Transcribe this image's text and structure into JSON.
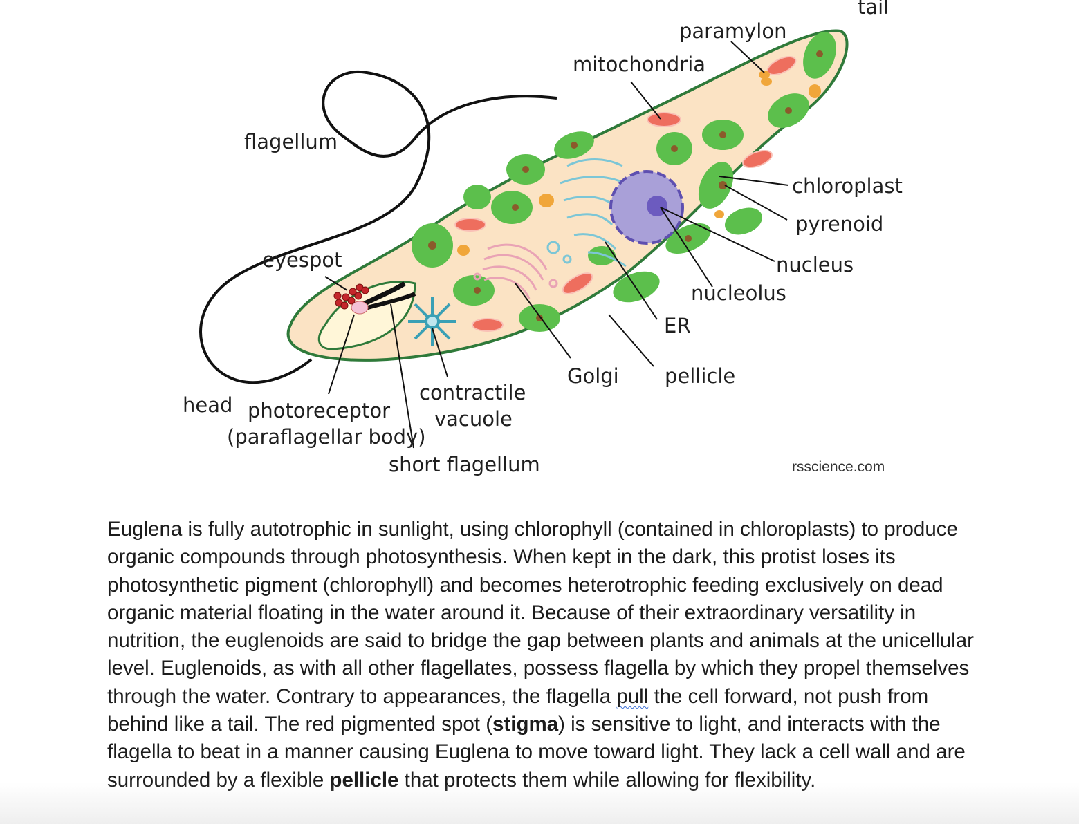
{
  "diagram": {
    "labels": {
      "tail": "tail",
      "paramylon": "paramylon",
      "mitochondria": "mitochondria",
      "flagellum": "flagellum",
      "chloroplast": "chloroplast",
      "pyrenoid": "pyrenoid",
      "eyespot": "eyespot",
      "nucleus": "nucleus",
      "nucleolus": "nucleolus",
      "er": "ER",
      "golgi": "Golgi",
      "pellicle": "pellicle",
      "contractile_line1": "contractile",
      "contractile_line2": "vacuole",
      "head": "head",
      "photoreceptor_line1": "photoreceptor",
      "photoreceptor_line2": "(paraflagellar body)",
      "short_flagellum": "short flagellum"
    },
    "credit": "rsscience.com",
    "colors": {
      "cytoplasm": "#fbe3c4",
      "pellicle": "#2f7a3a",
      "chloroplast": "#5cbf4c",
      "pyrenoid": "#8b5a2b",
      "nucleus": "#a9a0d8",
      "nucleolus": "#6c5bbf",
      "mitochondria": "#ee6e5e",
      "paramylon": "#f0a63a",
      "eyespot": "#c4262b",
      "golgi": "#e9a3b5",
      "er": "#7cc6d6",
      "vacuole": "#3aa0b5"
    }
  },
  "article": {
    "t1": "Euglena is fully autotrophic in sunlight, using chlorophyll (contained in chloroplasts) to produce organic compounds through photosynthesis. When kept in the dark, this protist loses its photosynthetic pigment (chlorophyll) and becomes heterotrophic feeding exclusively on dead organic material floating in the water around it. Because of their extraordinary versatility in nutrition, the euglenoids are said to bridge the gap between plants and animals at the unicellular level. Euglenoids, as with all other flagellates, possess flagella by which they propel themselves through the water. Contrary to appearances, the flagella ",
    "t2": "pull",
    "t3": " the cell forward, not push from behind like a tail.  The red pigmented spot (",
    "b1": "stigma",
    "t4": ") is sensitive to light, and interacts with the flagella to beat in a manner causing Euglena to move toward light.  They lack a cell wall and are surrounded by a flexible ",
    "b2": "pellicle",
    "t5": " that protects them while allowing for flexibility."
  }
}
